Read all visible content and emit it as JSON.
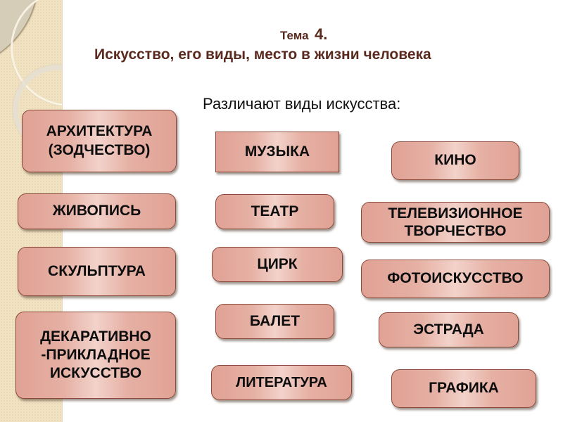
{
  "slide": {
    "topic_label": "Тема",
    "topic_number": "4.",
    "title": "Искусство, его виды, место в жизни человека",
    "subtitle": "Различают виды искусства:"
  },
  "colors": {
    "title": "#5a2a1e",
    "box_fill": "#e6b0a4",
    "box_highlight": "#f2d2ca",
    "box_border": "#8a4a3a",
    "side_panel": "#f1e2c1"
  },
  "art_types": {
    "left": [
      {
        "label": "АРХИТЕКТУРА (ЗОДЧЕСТВО)"
      },
      {
        "label": "ЖИВОПИСЬ"
      },
      {
        "label": "СКУЛЬПТУРА"
      },
      {
        "label": "ДЕКАРАТИВНО -ПРИКЛАДНОЕ ИСКУССТВО"
      }
    ],
    "middle": [
      {
        "label": "МУЗЫКА"
      },
      {
        "label": "ТЕАТР"
      },
      {
        "label": "ЦИРК"
      },
      {
        "label": "БАЛЕТ"
      },
      {
        "label": "ЛИТЕРАТУРА"
      }
    ],
    "right": [
      {
        "label": "КИНО"
      },
      {
        "label": "ТЕЛЕВИЗИОННОЕ ТВОРЧЕСТВО"
      },
      {
        "label": "ФОТОИСКУССТВО"
      },
      {
        "label": "ЭСТРАДА"
      },
      {
        "label": "ГРАФИКА"
      }
    ]
  }
}
